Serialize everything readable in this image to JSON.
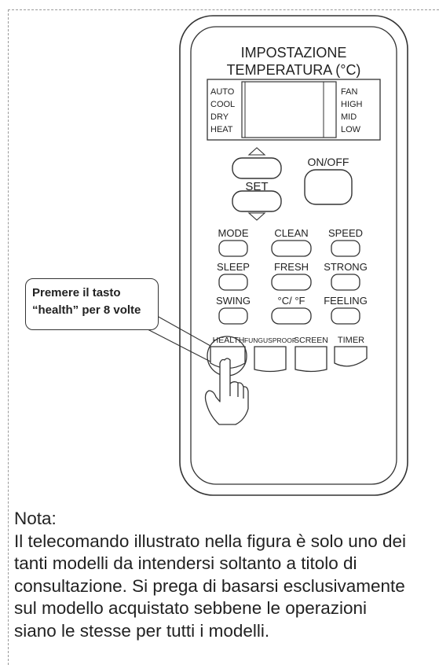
{
  "remote": {
    "display_title_line1": "IMPOSTAZIONE",
    "display_title_line2": "TEMPERATURA (°C)",
    "modes_left": [
      "AUTO",
      "COOL",
      "DRY",
      "HEAT"
    ],
    "modes_right": [
      "FAN",
      "HIGH",
      "MID",
      "LOW"
    ],
    "set_label": "SET",
    "onoff_label": "ON/OFF",
    "buttons": {
      "mode": "MODE",
      "clean": "CLEAN",
      "speed": "SPEED",
      "sleep": "SLEEP",
      "fresh": "FRESH",
      "strong": "STRONG",
      "swing": "SWING",
      "unit": "°C/ °F",
      "feeling": "FEELING",
      "health": "HEALTH",
      "fungusproof": "FUNGUSPROOF",
      "screen": "SCREEN",
      "timer": "TIMER"
    }
  },
  "callout": {
    "line1": "Premere il tasto",
    "line2": "“health” per 8 volte"
  },
  "note": {
    "title": "Nota:",
    "line1": "Il telecomando illustrato nella figura è solo uno dei",
    "line2": "tanti modelli da intendersi soltanto a titolo di",
    "line3": "consultazione. Si prega di basarsi esclusivamente",
    "line4": "sul modello acquistato sebbene le operazioni",
    "line5": "siano le stesse per tutti i modelli."
  }
}
